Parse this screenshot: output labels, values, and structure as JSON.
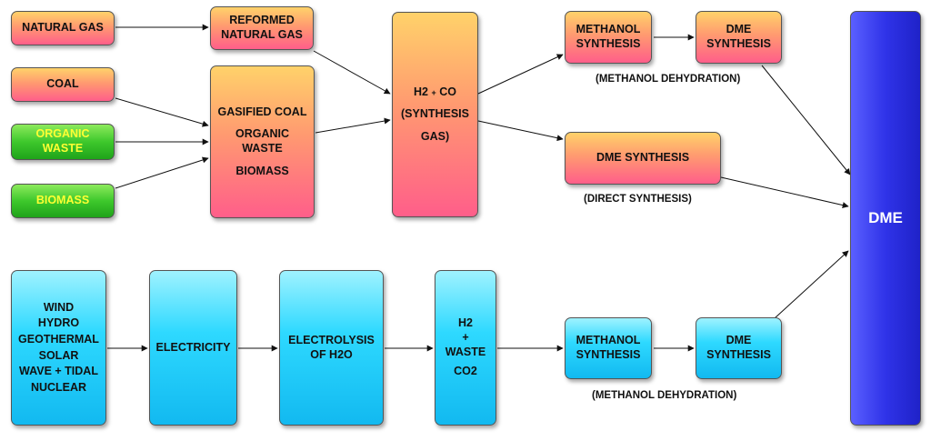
{
  "boxes": {
    "natural_gas": "NATURAL GAS",
    "coal": "COAL",
    "organic_waste": [
      "ORGANIC",
      "WASTE"
    ],
    "biomass": "BIOMASS",
    "reformed_natural_gas": [
      "REFORMED",
      "NATURAL GAS"
    ],
    "gasified": [
      "GASIFIED COAL",
      "ORGANIC",
      "WASTE",
      "BIOMASS"
    ],
    "synthesis_gas": {
      "h2": "H2",
      "plus": "+",
      "co": "CO",
      "line2": "(SYNTHESIS",
      "line3": "GAS)"
    },
    "methanol_synthesis_top": [
      "METHANOL",
      "SYNTHESIS"
    ],
    "dme_synthesis_top": [
      "DME",
      "SYNTHESIS"
    ],
    "dme_synthesis_direct": "DME SYNTHESIS",
    "renewables": [
      "WIND",
      "HYDRO",
      "GEOTHERMAL",
      "SOLAR",
      "WAVE + TIDAL",
      "NUCLEAR"
    ],
    "electricity": "ELECTRICITY",
    "electrolysis": [
      "ELECTROLYSIS",
      "OF H2O"
    ],
    "h2_waste_co2": [
      "H2",
      "+",
      "WASTE",
      "CO2"
    ],
    "methanol_synthesis_bottom": [
      "METHANOL",
      "SYNTHESIS"
    ],
    "dme_synthesis_bottom": [
      "DME",
      "SYNTHESIS"
    ],
    "dme": "DME"
  },
  "captions": {
    "methanol_dehydration_top": "(METHANOL DEHYDRATION)",
    "direct_synthesis": "(DIRECT SYNTHESIS)",
    "methanol_dehydration_bottom": "(METHANOL DEHYDRATION)"
  }
}
